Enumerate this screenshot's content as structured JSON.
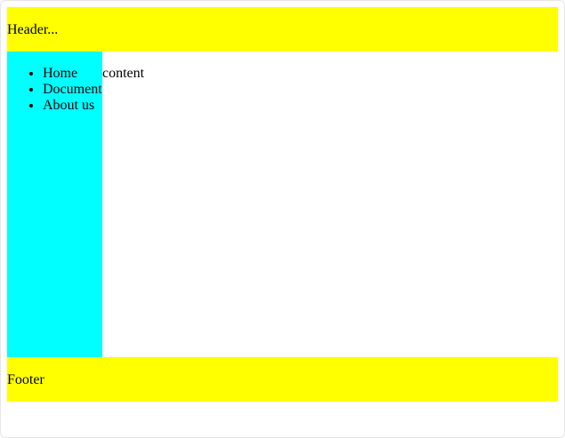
{
  "header": {
    "text": "Header..."
  },
  "sidebar": {
    "items": [
      {
        "label": "Home"
      },
      {
        "label": "Document"
      },
      {
        "label": "About us"
      }
    ]
  },
  "main": {
    "text": "content"
  },
  "footer": {
    "text": "Footer"
  },
  "colors": {
    "header_bg": "#ffff00",
    "sidebar_bg": "#00ffff",
    "footer_bg": "#ffff00",
    "content_bg": "#ffffff"
  }
}
